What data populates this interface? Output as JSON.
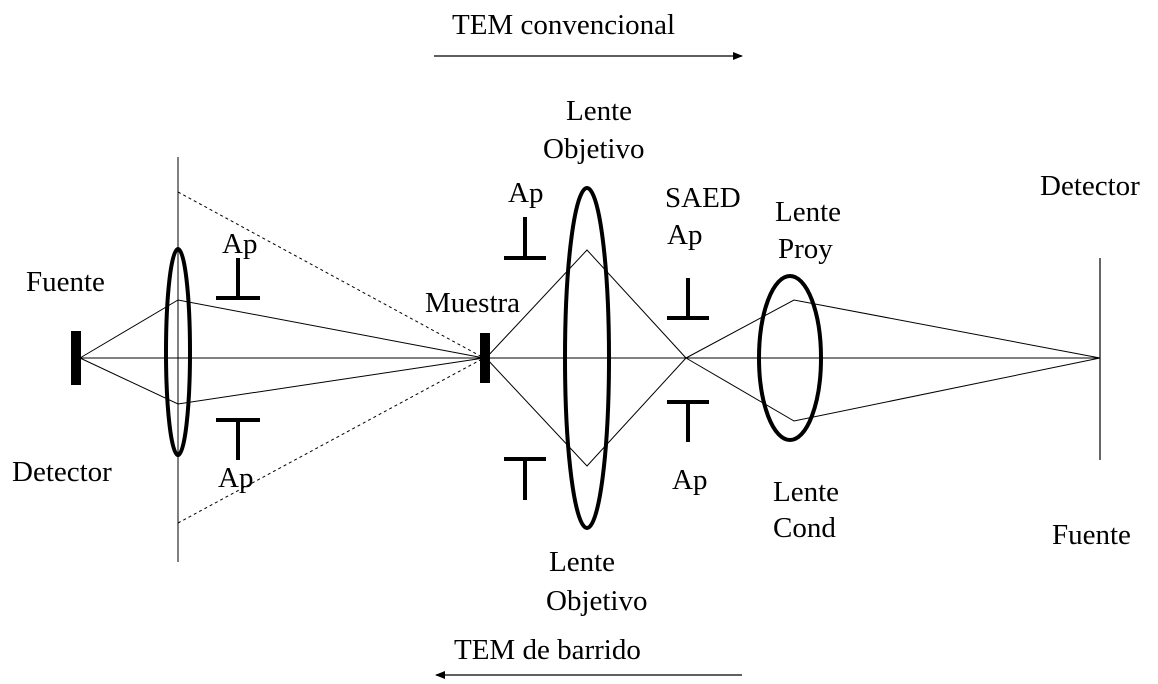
{
  "directions": {
    "top": "TEM convencional",
    "bottom": "TEM de barrido"
  },
  "labels": {
    "fuente_left": "Fuente",
    "detector_left": "Detector",
    "ap_upper_left": "Ap",
    "ap_lower_left": "Ap",
    "muestra": "Muestra",
    "ap_upper_obj": "Ap",
    "lente_objetivo_top_1": "Lente",
    "lente_objetivo_top_2": "Objetivo",
    "saed_1": "SAED",
    "saed_2": "Ap",
    "ap_lower_mid": "Ap",
    "lente_proy_1": "Lente",
    "lente_proy_2": "Proy",
    "lente_cond_1": "Lente",
    "lente_cond_2": "Cond",
    "lente_objetivo_bottom_1": "Lente",
    "lente_objetivo_bottom_2": "Objetivo",
    "detector_right": "Detector",
    "fuente_right": "Fuente"
  }
}
